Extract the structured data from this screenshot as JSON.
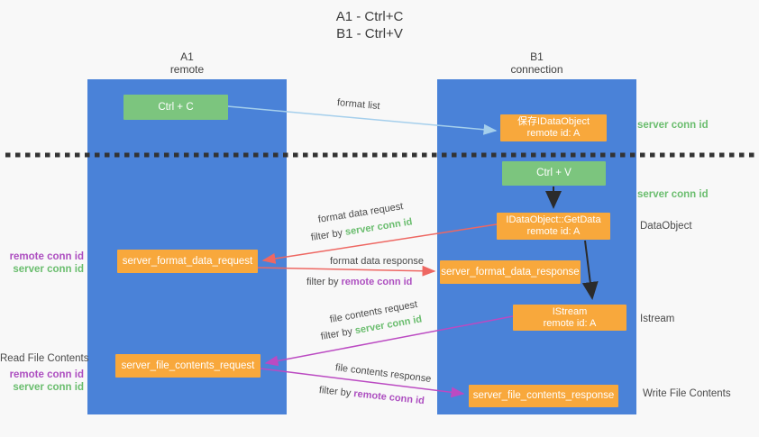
{
  "title": {
    "line1": "A1 - Ctrl+C",
    "line2": "B1 - Ctrl+V"
  },
  "lifelines": {
    "left": {
      "name": "A1",
      "subtitle": "remote"
    },
    "right": {
      "name": "B1",
      "subtitle": "connection"
    }
  },
  "nodes": {
    "ctrl_c": {
      "label": "Ctrl + C"
    },
    "save_idataobject": {
      "line1": "保存IDataObject",
      "line2": "remote id: A"
    },
    "ctrl_v": {
      "label": "Ctrl + V"
    },
    "getdata": {
      "line1": "IDataObject::GetData",
      "line2": "remote id: A"
    },
    "server_format_data_request": {
      "label": "server_format_data_request"
    },
    "server_format_data_response": {
      "label": "server_format_data_response"
    },
    "istream": {
      "line1": "IStream",
      "line2": "remote id: A"
    },
    "server_file_contents_request": {
      "label": "server_file_contents_request"
    },
    "server_file_contents_response": {
      "label": "server_file_contents_response"
    }
  },
  "arrows": {
    "format_list": {
      "label": "format list"
    },
    "format_data_request": {
      "label": "format data request",
      "filter_prefix": "filter by",
      "filter_key": "server conn id"
    },
    "format_data_response": {
      "label": "format data response",
      "filter_prefix": "filter by",
      "filter_key": "remote conn id"
    },
    "file_contents_request": {
      "label": "file contents request",
      "filter_prefix": "filter by",
      "filter_key": "server conn id"
    },
    "file_contents_response": {
      "label": "file contents response",
      "filter_prefix": "filter by",
      "filter_key": "remote conn id"
    }
  },
  "side_labels": {
    "right_server_conn_id_top": "server conn id",
    "right_server_conn_id_mid": "server conn id",
    "right_dataobject": "DataObject",
    "right_istream": "Istream",
    "right_write_file_contents": "Write File Contents",
    "left_remote_conn_id_1": "remote conn id",
    "left_server_conn_id_1": "server conn id",
    "left_read_file_contents": "Read File Contents",
    "left_remote_conn_id_2": "remote conn id",
    "left_server_conn_id_2": "server conn id"
  },
  "colors": {
    "lifeline_blue": "#4a82d8",
    "action_green": "#7cc57e",
    "node_orange": "#f8a83c",
    "arrow_red": "#ee6762",
    "arrow_magenta": "#bb4ac2",
    "arrow_lightblue": "#a5cfec",
    "arrow_black": "#2b2b2b",
    "text_green": "#6abd6e",
    "text_purple": "#ad4fc0"
  }
}
